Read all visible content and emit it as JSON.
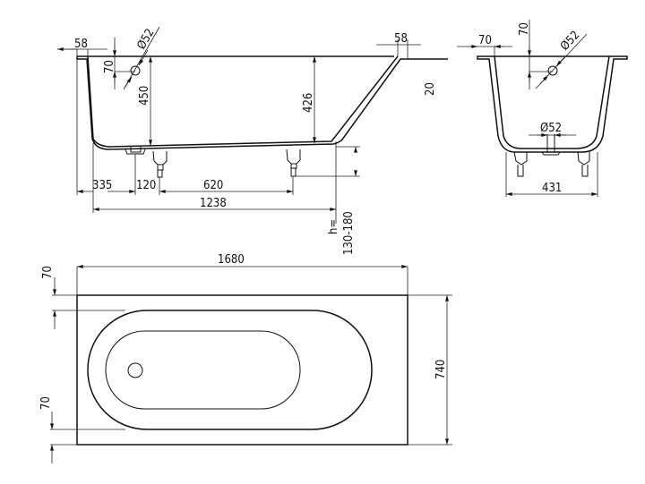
{
  "side_view": {
    "rim_left": "58",
    "overflow_offset": "70",
    "overflow_diameter": "Ø52",
    "depth_left": "450",
    "depth_right": "426",
    "rim_right": "58",
    "rim_thickness": "20",
    "waste_offset": "335",
    "foot_offset": "120",
    "foot_spacing": "620",
    "bottom_length": "1238",
    "height_label": "h=",
    "height_range": "130-180"
  },
  "end_view": {
    "rim": "70",
    "overflow_offset": "70",
    "overflow_diameter": "Ø52",
    "waste_diameter": "Ø52",
    "bottom_width": "431"
  },
  "top_view": {
    "length": "1680",
    "width": "740",
    "rim_top": "70",
    "rim_bottom": "70"
  }
}
